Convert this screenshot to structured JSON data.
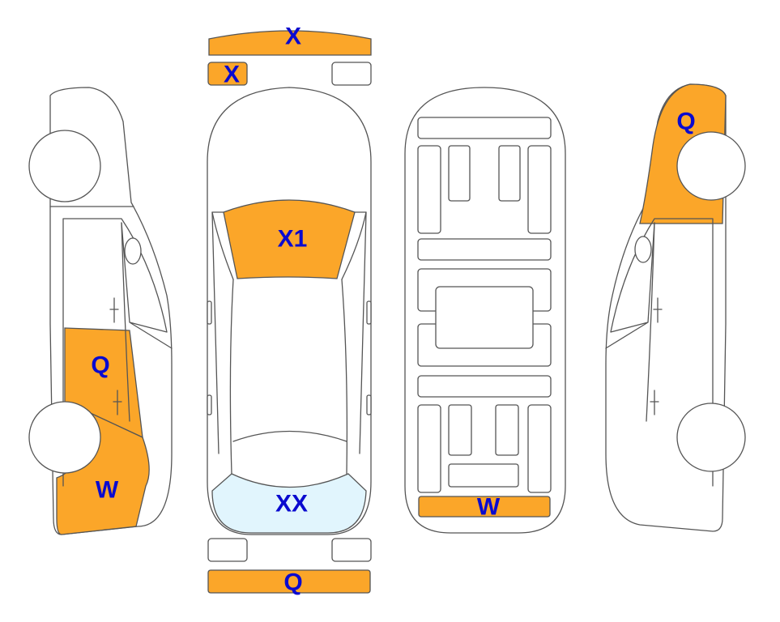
{
  "colors": {
    "damage_fill": "#FBA629",
    "glass_fill": "#E1F5FD",
    "label_color": "#0A0ACF",
    "outline": "#555555"
  },
  "labels": {
    "front_bumper": "X",
    "front_left_light": "X",
    "windshield": "X1",
    "rear_window": "XX",
    "rear_bumper": "Q",
    "left_rear_door": "Q",
    "left_rear_quarter": "W",
    "underbody_rear": "W",
    "right_front_fender": "Q"
  }
}
